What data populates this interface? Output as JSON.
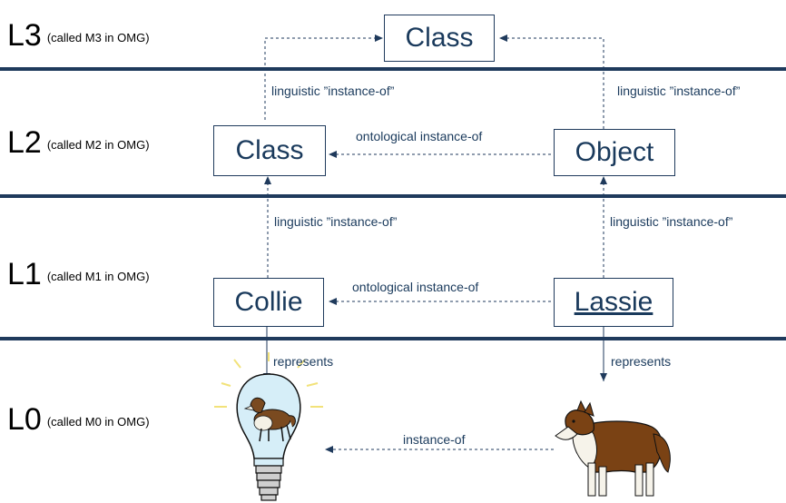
{
  "levels": [
    {
      "name": "L3",
      "note": "(called M3 in OMG)"
    },
    {
      "name": "L2",
      "note": "(called M2 in OMG)"
    },
    {
      "name": "L1",
      "note": "(called M1 in OMG)"
    },
    {
      "name": "L0",
      "note": "(called M0 in OMG)"
    }
  ],
  "boxes": {
    "l3_class": "Class",
    "l2_class": "Class",
    "l2_object": "Object",
    "l1_collie": "Collie",
    "l1_lassie": "Lassie"
  },
  "labels": {
    "ling_l3_left": "linguistic ”instance-of”",
    "ling_l3_right": "linguistic ”instance-of”",
    "onto_l2": "ontological instance-of",
    "ling_l2_left": "linguistic ”instance-of”",
    "ling_l2_right": "linguistic ”instance-of”",
    "onto_l1": "ontological instance-of",
    "represents_left": "represents",
    "represents_right": "represents",
    "instance_of": "instance-of"
  },
  "colors": {
    "accent": "#1f3a5c",
    "text": "#1a3a5c"
  }
}
